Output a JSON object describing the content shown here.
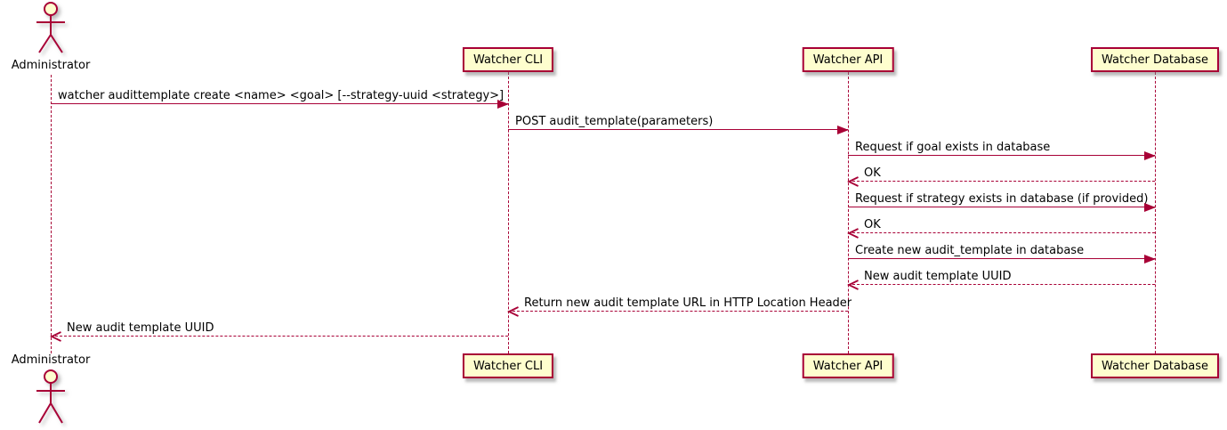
{
  "diagram": {
    "type": "sequence-diagram",
    "colors": {
      "accent": "#A80036",
      "participant_fill": "#FEFECE",
      "background": "#FFFFFF",
      "text": "#000000"
    },
    "actor": {
      "label": "Administrator"
    },
    "participants": [
      {
        "label": "Watcher CLI"
      },
      {
        "label": "Watcher API"
      },
      {
        "label": "Watcher Database"
      }
    ],
    "messages": [
      {
        "from": "Administrator",
        "to": "Watcher CLI",
        "style": "solid",
        "direction": "right",
        "text": "watcher audittemplate create <name> <goal> [--strategy-uuid <strategy>]"
      },
      {
        "from": "Watcher CLI",
        "to": "Watcher API",
        "style": "solid",
        "direction": "right",
        "text": "POST audit_template(parameters)"
      },
      {
        "from": "Watcher API",
        "to": "Watcher Database",
        "style": "solid",
        "direction": "right",
        "text": "Request if goal exists in database"
      },
      {
        "from": "Watcher Database",
        "to": "Watcher API",
        "style": "dashed",
        "direction": "left",
        "text": "OK"
      },
      {
        "from": "Watcher API",
        "to": "Watcher Database",
        "style": "solid",
        "direction": "right",
        "text": "Request if strategy exists in database (if provided)"
      },
      {
        "from": "Watcher Database",
        "to": "Watcher API",
        "style": "dashed",
        "direction": "left",
        "text": "OK"
      },
      {
        "from": "Watcher API",
        "to": "Watcher Database",
        "style": "solid",
        "direction": "right",
        "text": "Create new audit_template in database"
      },
      {
        "from": "Watcher Database",
        "to": "Watcher API",
        "style": "dashed",
        "direction": "left",
        "text": "New audit template UUID"
      },
      {
        "from": "Watcher API",
        "to": "Watcher CLI",
        "style": "dashed",
        "direction": "left",
        "text": "Return new audit template URL in HTTP Location Header"
      },
      {
        "from": "Watcher CLI",
        "to": "Administrator",
        "style": "dashed",
        "direction": "left",
        "text": "New audit template UUID"
      }
    ]
  }
}
